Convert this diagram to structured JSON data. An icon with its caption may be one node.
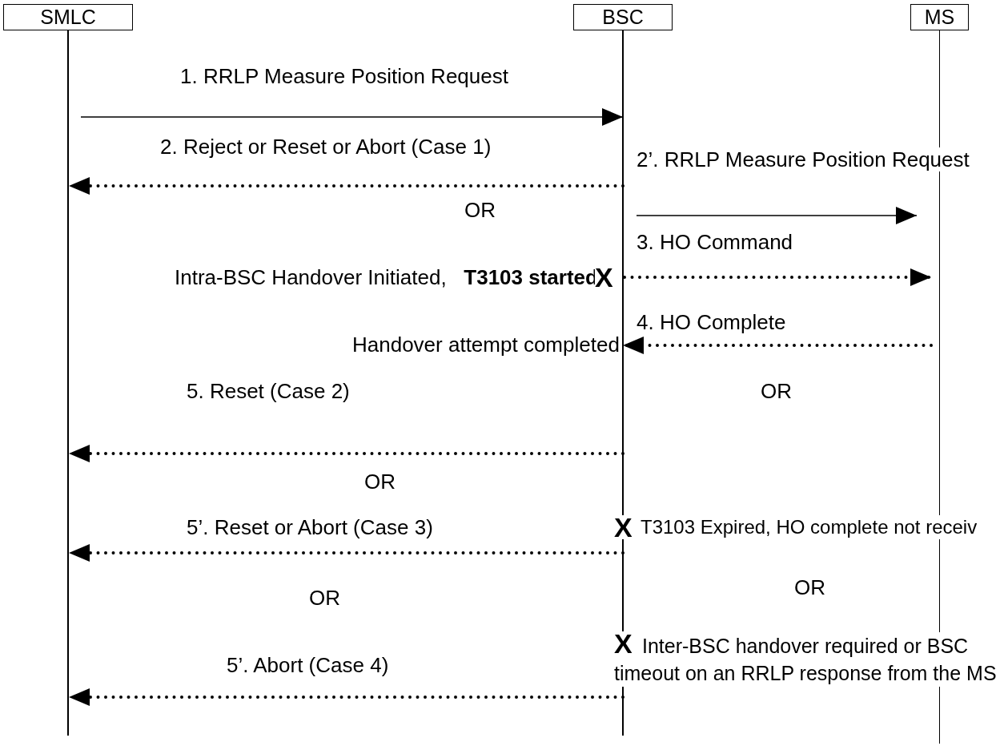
{
  "diagram": {
    "nodes": [
      {
        "text": [
          "SMLC"
        ]
      },
      {
        "text": [
          "BSC"
        ]
      },
      {
        "text": [
          "MS"
        ]
      }
    ],
    "edges": [
      {
        "from": 0,
        "to": 1,
        "arrow": "to",
        "label": "1. RRLP Measure Position Request"
      },
      {
        "from": 1,
        "to": 0,
        "arrow": "to",
        "label": "2. Reject or Reset or Abort (Case 1)",
        "style": "dashed"
      },
      {
        "from": 1,
        "to": 2,
        "arrow": "to",
        "label": "2’. RRLP Measure Position Request"
      },
      {
        "from": 1,
        "to": 2,
        "arrow": "to",
        "label": "3. HO Command",
        "style": "dashed"
      },
      {
        "from": 2,
        "to": 1,
        "arrow": "to",
        "label": "4. HO Complete",
        "style": "dashed"
      },
      {
        "from": 1,
        "to": 0,
        "arrow": "to",
        "label": "5. Reset (Case 2)",
        "style": "dashed"
      },
      {
        "from": 1,
        "to": 0,
        "arrow": "to",
        "label": "5’. Reset or Abort (Case 3)",
        "style": "dashed"
      },
      {
        "from": 1,
        "to": 0,
        "arrow": "to",
        "label": "5’. Abort (Case 4)",
        "style": "dashed"
      }
    ],
    "labels": [
      "OR",
      "Intra-BSC Handover Initiated,   **T3103 started**",
      "X",
      "Handover attempt completed",
      "OR",
      "OR",
      "X",
      "T3103 Expired, HO complete not receiv",
      "OR",
      "OR",
      "X",
      "Inter-BSC handover required or BSC timeout on an RRLP response from the MS"
    ]
  }
}
